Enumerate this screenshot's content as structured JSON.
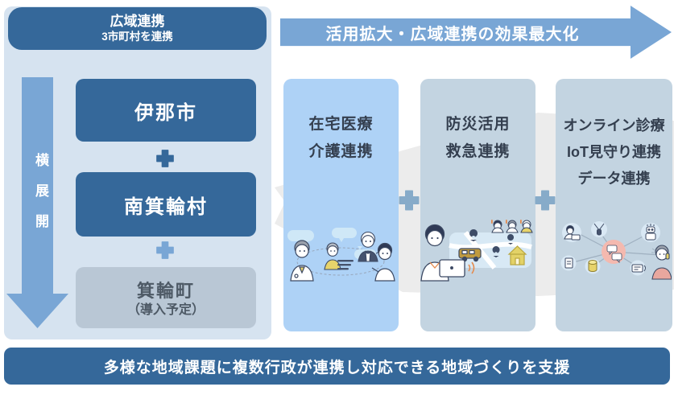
{
  "left_panel": {
    "header_line1": "広域連携",
    "header_line2": "3市町村を連携",
    "arrow_label": "横展開",
    "municipalities": [
      {
        "name": "伊那市"
      },
      {
        "name": "南箕輪村"
      },
      {
        "name": "箕輪町",
        "status": "（導入予定）"
      }
    ]
  },
  "right_banner": {
    "label": "活用拡大・広域連携の効果最大化"
  },
  "columns": [
    {
      "lines": [
        "在宅医療",
        "介護連携"
      ]
    },
    {
      "lines": [
        "防災活用",
        "救急連携"
      ]
    },
    {
      "lines": [
        "オンライン診療",
        "IoT見守り連携",
        "データ連携"
      ]
    }
  ],
  "bottom_banner": {
    "label": "多様な地域課題に複数行政が連携し対応できる地域づくりを支援"
  },
  "colors": {
    "dark-blue": "#35689a",
    "panel-bg": "#d6e3f0",
    "mid-blue": "#79a6d5",
    "gray-box": "#b9c7d5",
    "gray-box-text": "#4e5a66",
    "col1-bg": "#aed2f6",
    "col2-bg": "#c3d4e1",
    "col-text": "#343f4f",
    "col-plus": "#87abc9",
    "chevron": "#ececec"
  }
}
